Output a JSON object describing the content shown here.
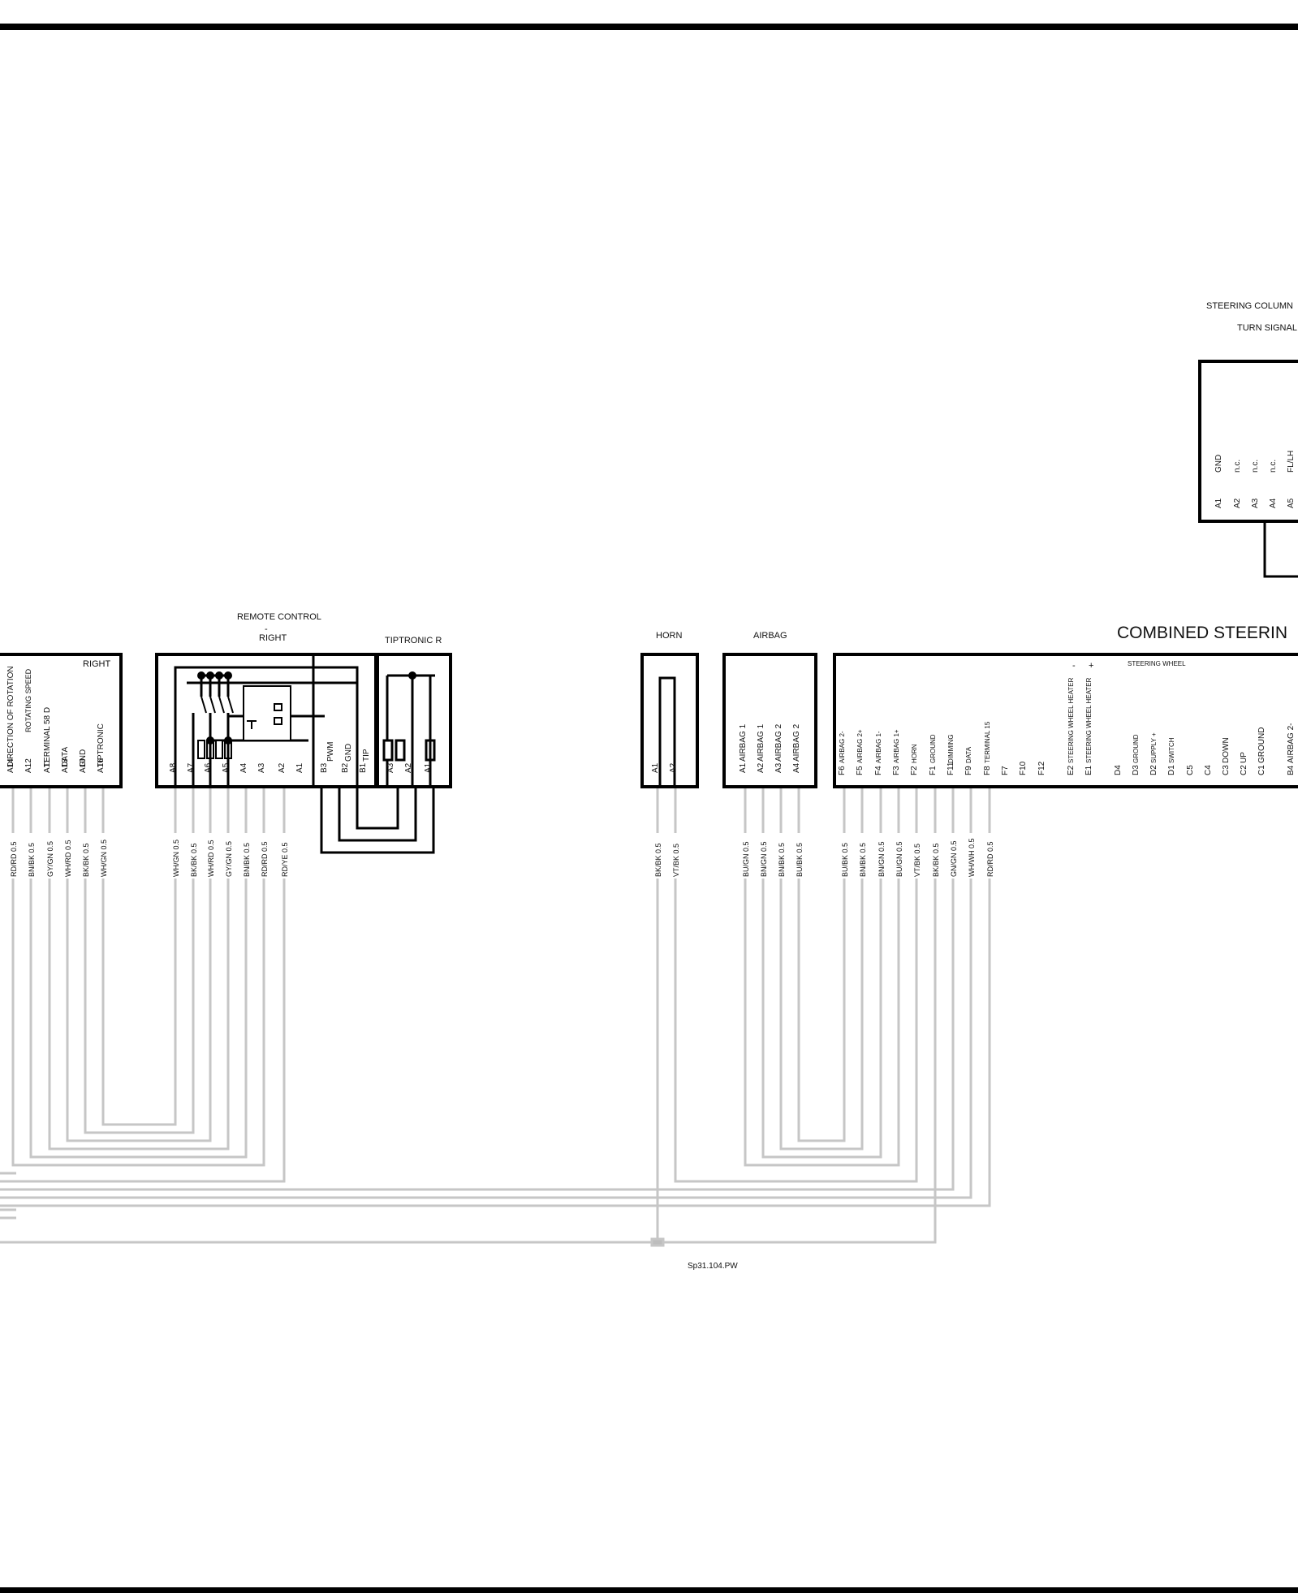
{
  "labels": {
    "steering_column": "STEERING COLUMN",
    "turn_signal": "TURN SIGNAL",
    "remote_control": "REMOTE CONTROL",
    "remote_dash": "-",
    "remote_right": "RIGHT",
    "tiptronic_r": "TIPTRONIC R",
    "horn": "HORN",
    "airbag": "AIRBAG",
    "combined_steering": "COMBINED STEERIN",
    "steering_wheel": "STEERING WHEEL",
    "minus": "-",
    "plus": "+",
    "splice": "Sp31.104.PW"
  },
  "turn_signal_box": {
    "signals": [
      "GND",
      "n.c.",
      "n.c.",
      "n.c.",
      "FL/LH"
    ],
    "pins": [
      "A1",
      "A2",
      "A3",
      "A4",
      "A5"
    ]
  },
  "right_box": {
    "title": "RIGHT",
    "signals": [
      "DIRECTION OF ROTATION",
      "ROTATING SPEED",
      "TERMINAL 58 D",
      "DATA",
      "GND",
      "TIPTRONIC"
    ],
    "pins": [
      "A14",
      "A12",
      "A11",
      "A13",
      "A10",
      "A16"
    ],
    "wires": [
      "RD/RD 0.5",
      "BN/BK 0.5",
      "GY/GN 0.5",
      "WH/RD 0.5",
      "BK/BK 0.5",
      "WH/GN 0.5"
    ]
  },
  "remote_box": {
    "signals": [
      "PWM",
      "GND",
      "TIP"
    ],
    "pins": [
      "A8",
      "A7",
      "A6",
      "A5",
      "A4",
      "A3",
      "A2",
      "A1",
      "B3",
      "B2",
      "B1"
    ],
    "wires": [
      "WH/GN 0.5",
      "BK/BK 0.5",
      "WH/RD 0.5",
      "GY/GN 0.5",
      "BN/BK 0.5",
      "RD/RD 0.5",
      "RD/YE 0.5"
    ]
  },
  "tiptronic_box": {
    "pins": [
      "A3",
      "A2",
      "A1"
    ]
  },
  "horn_box": {
    "pins": [
      "A1",
      "A2"
    ],
    "wires": [
      "BK/BK 0.5",
      "VT/BK 0.5"
    ]
  },
  "airbag_box": {
    "signals": [
      "AIRBAG 1",
      "AIRBAG 1",
      "AIRBAG 2",
      "AIRBAG 2"
    ],
    "pins": [
      "A1",
      "A2",
      "A3",
      "A4"
    ],
    "wires": [
      "BU/GN 0.5",
      "BN/GN 0.5",
      "BN/BK 0.5",
      "BU/BK 0.5"
    ]
  },
  "combined_box": {
    "signals": [
      "AIRBAG 2-",
      "AIRBAG 2+",
      "AIRBAG 1-",
      "AIRBAG 1+",
      "HORN",
      "GROUND",
      "DIMMING",
      "DATA",
      "TERMINAL 15",
      "",
      "",
      "",
      "STEERING WHEEL HEATER",
      "STEERING WHEEL HEATER",
      "",
      "GROUND",
      "SUPPLY +",
      "SWITCH",
      "",
      "",
      "DOWN",
      "UP",
      "GROUND",
      "AIRBAG 2-"
    ],
    "pins": [
      "F6",
      "F5",
      "F4",
      "F3",
      "F2",
      "F1",
      "F11",
      "F9",
      "F8",
      "F7",
      "F10",
      "F12",
      "E2",
      "E1",
      "D4",
      "D3",
      "D2",
      "D1",
      "C5",
      "C4",
      "C3",
      "C2",
      "C1",
      "B4"
    ],
    "wires": [
      "BU/BK 0.5",
      "BN/BK 0.5",
      "BN/GN 0.5",
      "BU/GN 0.5",
      "VT/BK 0.5",
      "BK/BK 0.5",
      "GN/GN 0.5",
      "WH/WH 0.5",
      "RD/RD 0.5"
    ]
  }
}
